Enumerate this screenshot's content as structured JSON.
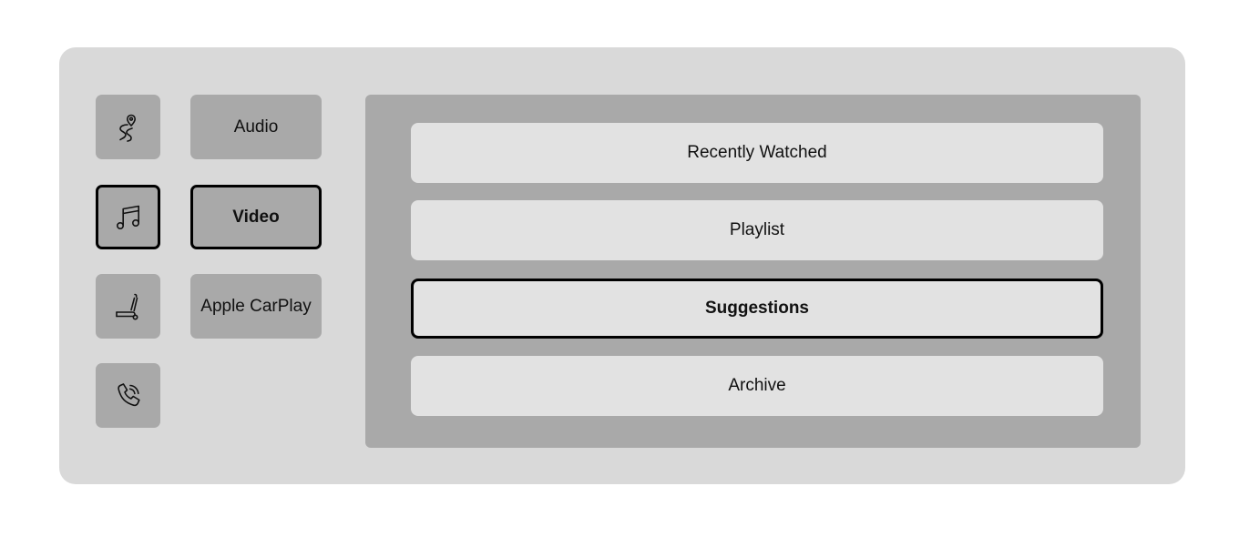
{
  "side_icons": [
    {
      "icon": "route-pin-icon",
      "selected": false
    },
    {
      "icon": "music-note-icon",
      "selected": true
    },
    {
      "icon": "car-seat-icon",
      "selected": false
    },
    {
      "icon": "phone-icon",
      "selected": false
    }
  ],
  "categories": [
    {
      "label": "Audio",
      "selected": false
    },
    {
      "label": "Video",
      "selected": true
    },
    {
      "label": "Apple CarPlay",
      "selected": false
    }
  ],
  "list": [
    {
      "label": "Recently Watched",
      "selected": false
    },
    {
      "label": "Playlist",
      "selected": false
    },
    {
      "label": "Suggestions",
      "selected": true
    },
    {
      "label": "Archive",
      "selected": false
    }
  ]
}
